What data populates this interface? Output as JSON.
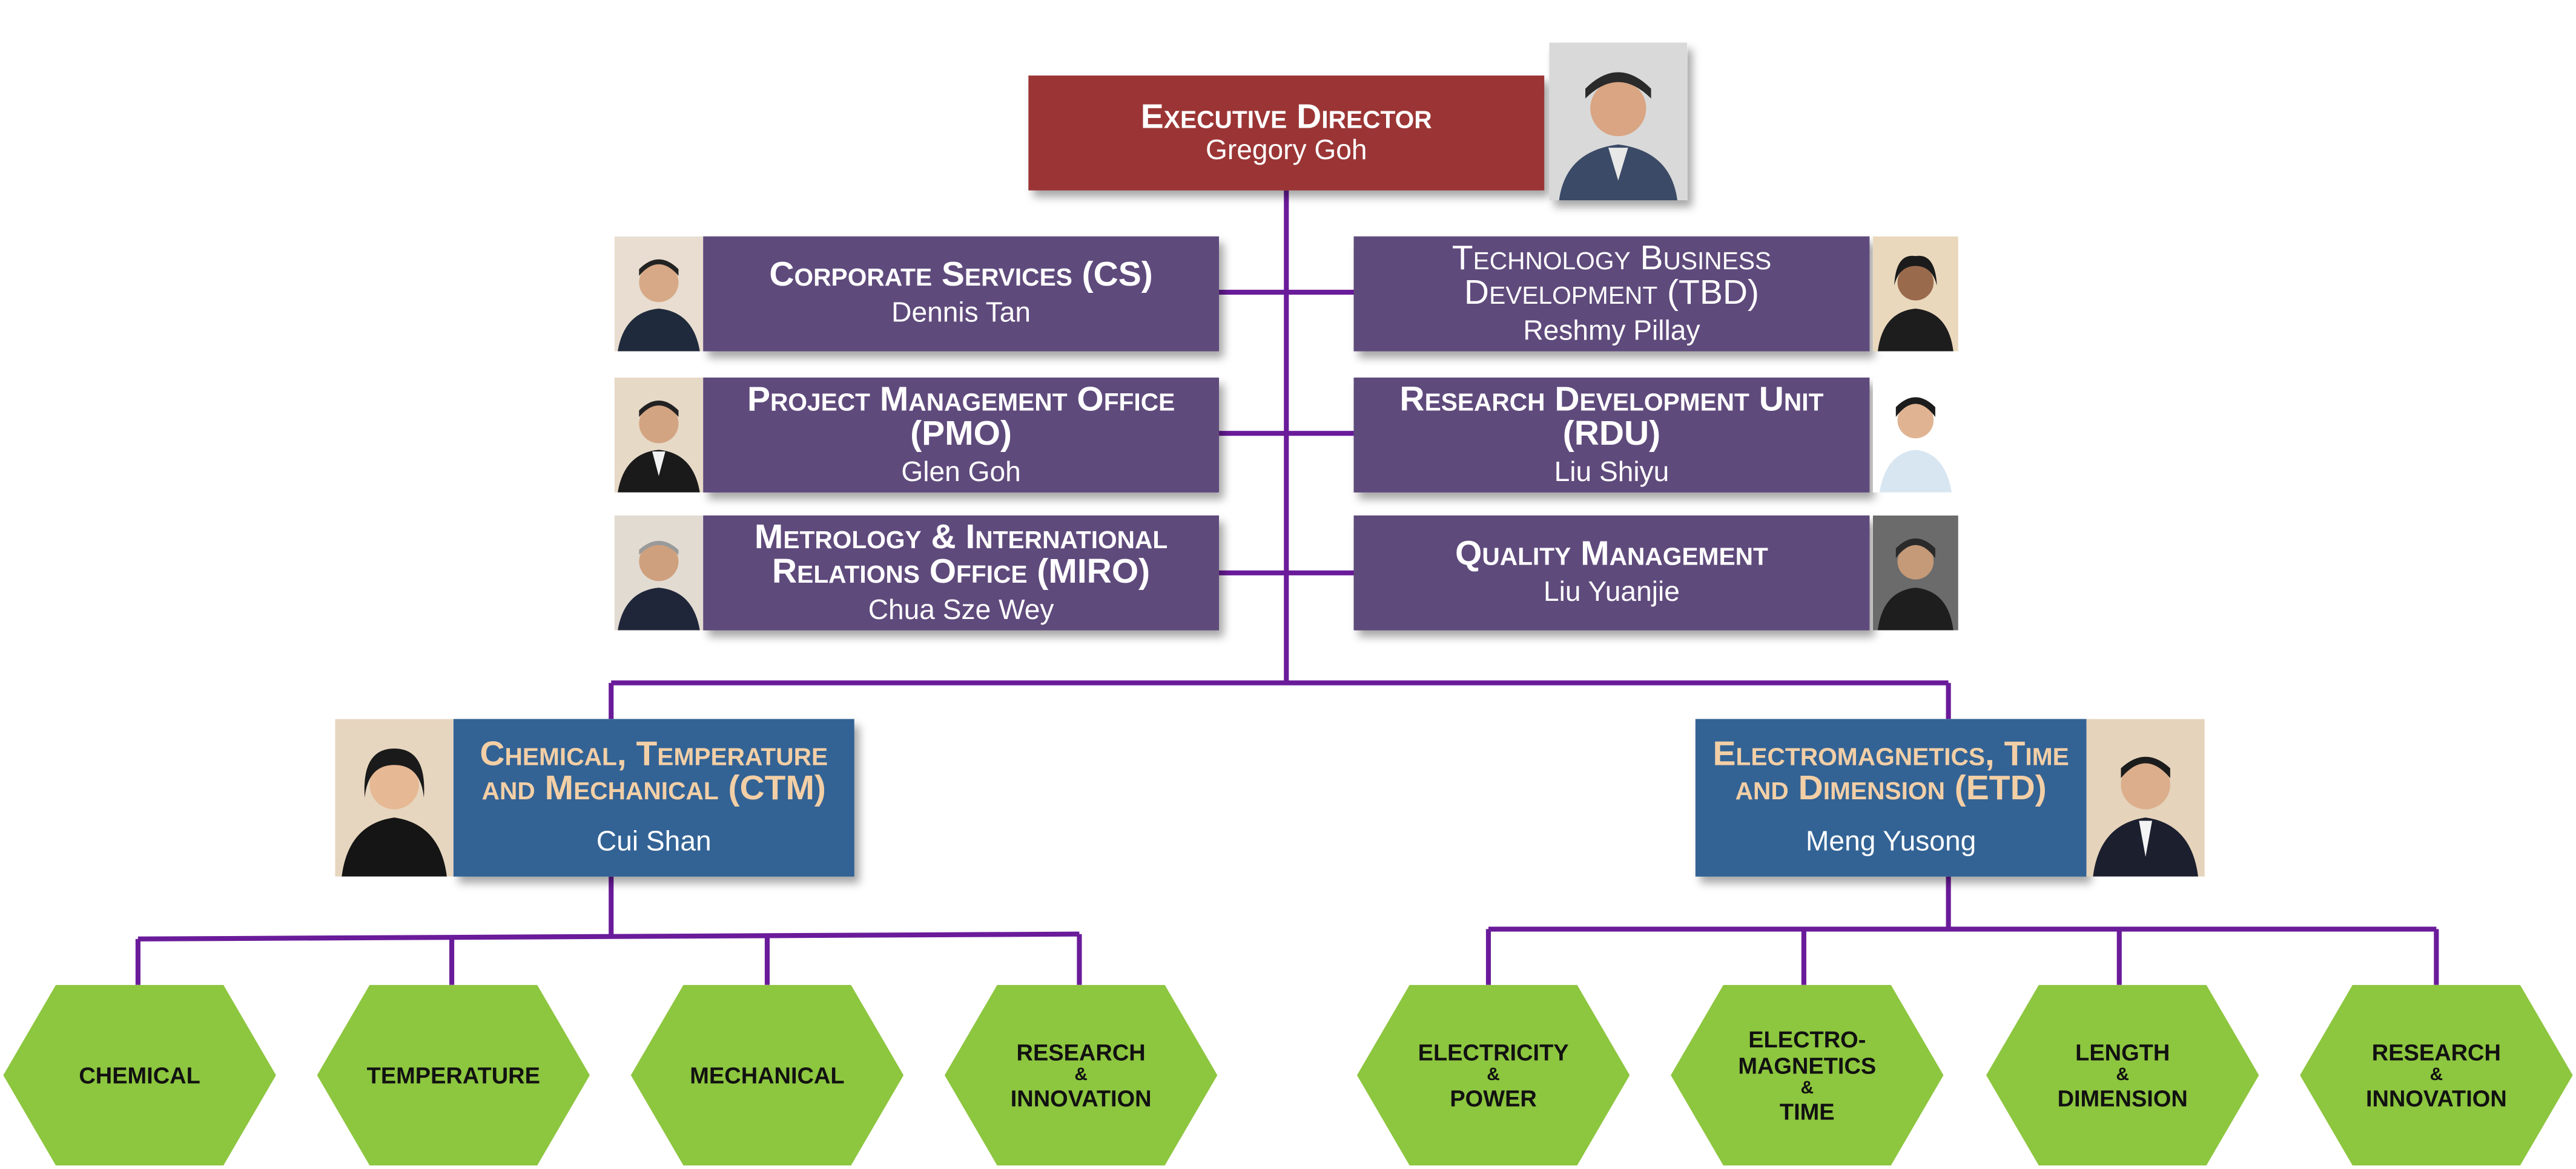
{
  "colors": {
    "exec": "#9b3535",
    "purple": "#5f4a7c",
    "blue": "#336395",
    "hex": "#8dc63f",
    "line": "#6a1b9a",
    "blue_title": "#f3cfa6"
  },
  "executive": {
    "title": "Executive Director",
    "name": "Gregory Goh"
  },
  "support_units": {
    "cs": {
      "title": "Corporate Services (CS)",
      "name": "Dennis Tan"
    },
    "tbd": {
      "title_line1": "Technology Business",
      "title_line2": "Development (TBD)",
      "name": "Reshmy Pillay"
    },
    "pmo": {
      "title_line1": "Project Management Office",
      "title_line2": "(PMO)",
      "name": "Glen Goh"
    },
    "rdu": {
      "title_line1": "Research Development Unit",
      "title_line2": "(RDU)",
      "name": "Liu Shiyu"
    },
    "miro": {
      "title_line1": "Metrology & International",
      "title_line2": "Relations Office (MIRO)",
      "name": "Chua Sze Wey"
    },
    "qm": {
      "title": "Quality Management",
      "name": "Liu Yuanjie"
    }
  },
  "divisions": {
    "ctm": {
      "title_line1": "Chemical, Temperature",
      "title_line2": "and  Mechanical (CTM)",
      "name": "Cui Shan"
    },
    "etd": {
      "title_line1": "Electromagnetics, Time",
      "title_line2": "and Dimension (ETD)",
      "name": "Meng Yusong"
    }
  },
  "departments": {
    "chemical": {
      "line1": "CHEMICAL"
    },
    "temperature": {
      "line1": "TEMPERATURE"
    },
    "mechanical": {
      "line1": "MECHANICAL"
    },
    "ri_ctm": {
      "line1": "RESEARCH",
      "amp": "&",
      "line2": "INNOVATION"
    },
    "electricity": {
      "line1": "ELECTRICITY",
      "amp": "&",
      "line2": "POWER"
    },
    "em_time": {
      "line1": "ELECTRO-",
      "line1b": "MAGNETICS",
      "amp": "&",
      "line2": "TIME"
    },
    "length": {
      "line1": "LENGTH",
      "amp": "&",
      "line2": "DIMENSION"
    },
    "ri_etd": {
      "line1": "RESEARCH",
      "amp": "&",
      "line2": "INNOVATION"
    }
  }
}
